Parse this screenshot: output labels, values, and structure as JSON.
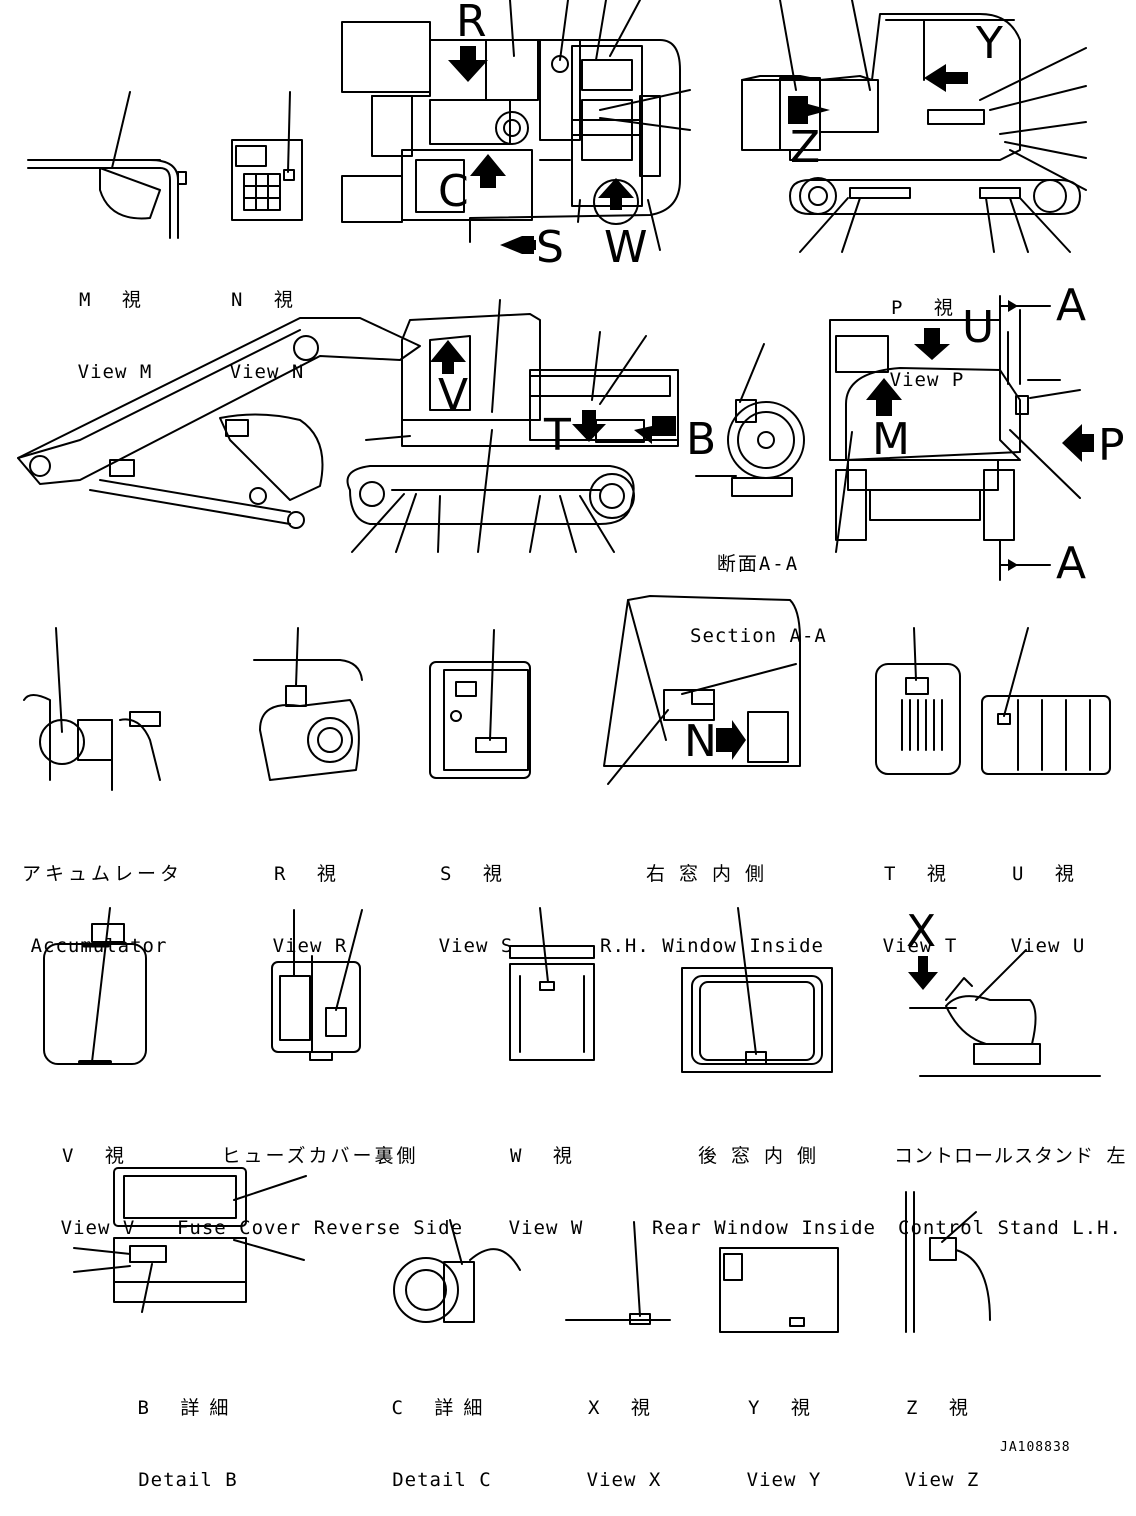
{
  "labels": {
    "view_m": {
      "jp": "M 視",
      "en": "View M"
    },
    "view_n": {
      "jp": "N 視",
      "en": "View N"
    },
    "view_p": {
      "jp": "P 視",
      "en": "View P"
    },
    "section_aa": {
      "jp": "断面A-A",
      "en": "Section A-A"
    },
    "accumulator": {
      "jp": "アキュムレータ",
      "en": "Accumulator"
    },
    "view_r": {
      "jp": "R 視",
      "en": "View R"
    },
    "view_s": {
      "jp": "S 視",
      "en": "View S"
    },
    "rh_window": {
      "jp": "右窓内側",
      "en": "R.H. Window Inside"
    },
    "view_t": {
      "jp": "T 視",
      "en": "View T"
    },
    "view_u": {
      "jp": "U 視",
      "en": "View U"
    },
    "view_v": {
      "jp": "V 視",
      "en": "View V"
    },
    "fuse_cover": {
      "jp": "ヒューズカバー裏側",
      "en": "Fuse Cover Reverse Side"
    },
    "view_w": {
      "jp": "W 視",
      "en": "View W"
    },
    "rear_window": {
      "jp": "後窓内側",
      "en": "Rear Window Inside"
    },
    "control_stand": {
      "jp": "コントロールスタンド 左",
      "en": "Control Stand L.H."
    },
    "detail_b": {
      "jp": "B 詳細",
      "en": "Detail B"
    },
    "detail_c": {
      "jp": "C 詳細",
      "en": "Detail C"
    },
    "view_x": {
      "jp": "X 視",
      "en": "View X"
    },
    "view_y": {
      "jp": "Y 視",
      "en": "View Y"
    },
    "view_z": {
      "jp": "Z 視",
      "en": "View Z"
    }
  },
  "view_letters": {
    "r": "R",
    "c": "C",
    "s": "S",
    "w": "W",
    "y": "Y",
    "z": "Z",
    "u": "U",
    "a_top": "A",
    "a_bottom": "A",
    "m": "M",
    "p": "P",
    "v": "V",
    "t": "T",
    "b": "B",
    "n": "N",
    "x": "X"
  },
  "document_id": "JA108838"
}
